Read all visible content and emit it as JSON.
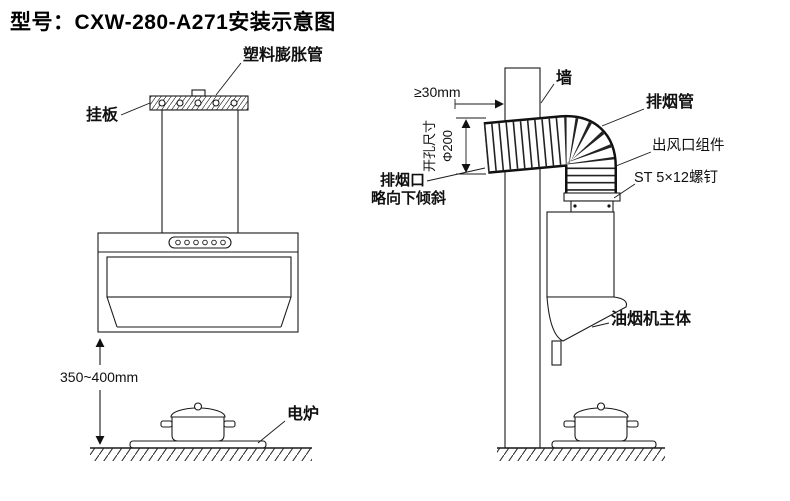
{
  "title": "型号：CXW-280-A271安装示意图",
  "front_view": {
    "labels": {
      "plastic_expansion_tube": "塑料膨胀管",
      "hanging_plate": "挂板",
      "install_height": "350~400mm",
      "electric_stove": "电炉"
    }
  },
  "side_view": {
    "labels": {
      "wall": "墙",
      "min_distance": "≥30mm",
      "hole_size_caption": "开孔尺寸",
      "hole_diameter": "Φ200",
      "exhaust_pipe": "排烟管",
      "air_outlet_assembly": "出风口组件",
      "screw_spec": "ST 5×12螺钉",
      "outlet_note_line1": "排烟口",
      "outlet_note_line2": "略向下倾斜",
      "hood_body": "油烟机主体"
    }
  }
}
